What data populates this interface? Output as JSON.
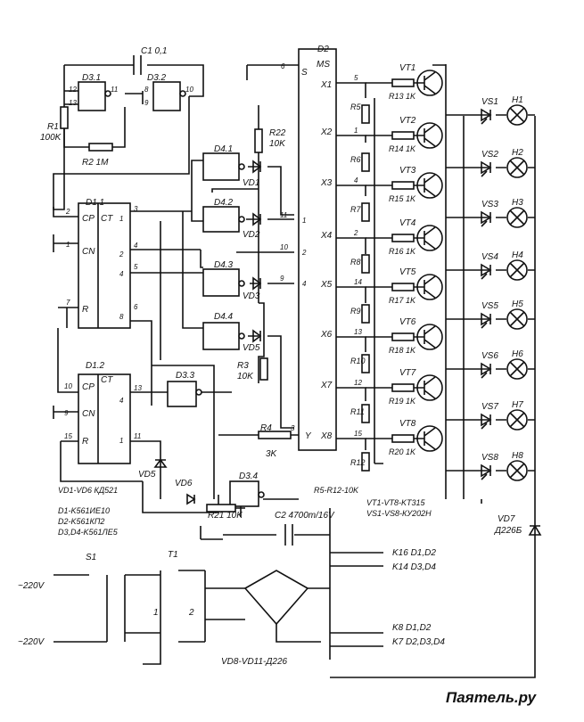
{
  "labels": {
    "c1": "C1 0,1",
    "d3_1": "D3.1",
    "d3_2": "D3.2",
    "r1": "R1",
    "r1_value": "100K",
    "r2": "R2 1M",
    "d2": "D2",
    "ms": "MS",
    "s": "S",
    "r22": "R22",
    "r22_value": "10K",
    "d4_1": "D4.1",
    "d4_2": "D4.2",
    "d4_3": "D4.3",
    "d4_4": "D4.4",
    "vd1": "VD1",
    "vd2": "VD2",
    "vd3": "VD3",
    "vd5a": "VD5",
    "vd5b": "VD5",
    "vd6": "VD6",
    "r3": "R3",
    "r3_value": "10K",
    "y": "Y",
    "x1": "X1",
    "x2": "X2",
    "x3": "X3",
    "x4": "X4",
    "x5": "X5",
    "x6": "X6",
    "x7": "X7",
    "x8": "X8",
    "d1_1": "D1.1",
    "d1_2": "D1.2",
    "cp": "CP",
    "ct": "CT",
    "cn": "CN",
    "r": "R",
    "d3_3": "D3.3",
    "d3_4": "D3.4",
    "r4": "R4",
    "r4_value": "3K",
    "r21": "R21 10K",
    "c2": "C2 4700m/16V",
    "vd7": "VD7",
    "vd7_type": "Д226Б",
    "s1": "S1",
    "t1": "T1",
    "ac1": "~220V",
    "ac2": "~220V",
    "bridge": "VD8-VD11-Д226",
    "k16": "K16 D1,D2",
    "k14": "K14 D3,D4",
    "k8": "K8 D1,D2",
    "k7": "K7 D2,D3,D4"
  },
  "pins": {
    "p1": "1",
    "p2": "2",
    "p3": "3",
    "p4": "4",
    "p5": "5",
    "p6": "6",
    "p7": "7",
    "p8": "8",
    "p9": "9",
    "p10": "10",
    "p11": "11",
    "p12": "12",
    "p13": "13",
    "p15": "15"
  },
  "resistors_r5_r12": [
    "R5",
    "R6",
    "R7",
    "R8",
    "R9",
    "R10",
    "R11",
    "R12"
  ],
  "transistors": [
    {
      "name": "VT1",
      "base_resistor": "R13 1K",
      "pin": "5"
    },
    {
      "name": "VT2",
      "base_resistor": "R14 1K",
      "pin": "1"
    },
    {
      "name": "VT3",
      "base_resistor": "R15 1K",
      "pin": "4"
    },
    {
      "name": "VT4",
      "base_resistor": "R16 1K",
      "pin": "2"
    },
    {
      "name": "VT5",
      "base_resistor": "R17 1K",
      "pin": "14"
    },
    {
      "name": "VT6",
      "base_resistor": "R18 1K",
      "pin": "13"
    },
    {
      "name": "VT7",
      "base_resistor": "R19 1K",
      "pin": "12"
    },
    {
      "name": "VT8",
      "base_resistor": "R20 1K",
      "pin": "15"
    }
  ],
  "lamps": [
    {
      "thyristor": "VS1",
      "lamp": "H1"
    },
    {
      "thyristor": "VS2",
      "lamp": "H2"
    },
    {
      "thyristor": "VS3",
      "lamp": "H3"
    },
    {
      "thyristor": "VS4",
      "lamp": "H4"
    },
    {
      "thyristor": "VS5",
      "lamp": "H5"
    },
    {
      "thyristor": "VS6",
      "lamp": "H6"
    },
    {
      "thyristor": "VS7",
      "lamp": "H7"
    },
    {
      "thyristor": "VS8",
      "lamp": "H8"
    }
  ],
  "notes": {
    "vd1_vd6": "VD1-VD6 КД521",
    "d1": "D1-K561ИЕ10",
    "d2": "D2-K561КП2",
    "d3d4": "D3,D4-K561ЛЕ5",
    "r5_r12": "R5-R12-10K",
    "vt": "VT1-VT8-KT315",
    "vs": "VS1-VS8-КУ202Н"
  },
  "watermark": "Паятель.ру"
}
